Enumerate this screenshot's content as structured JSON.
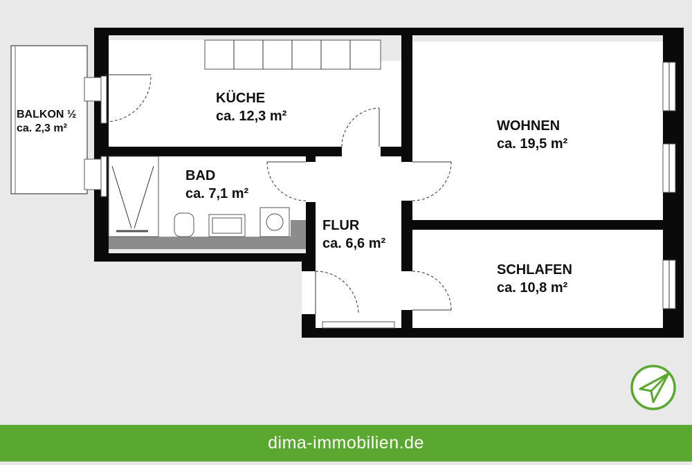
{
  "rooms": {
    "kueche": {
      "name": "KÜCHE",
      "area": "ca. 12,3 m²"
    },
    "wohnen": {
      "name": "WOHNEN",
      "area": "ca. 19,5 m²"
    },
    "bad": {
      "name": "BAD",
      "area": "ca. 7,1 m²"
    },
    "flur": {
      "name": "FLUR",
      "area": "ca. 6,6 m²"
    },
    "schlafen": {
      "name": "SCHLAFEN",
      "area": "ca. 10,8 m²"
    },
    "balkon": {
      "name": "BALKON ½",
      "area": "ca. 2,3 m²"
    }
  },
  "footer": {
    "website": "dima-immobilien.de"
  },
  "colors": {
    "background": "#e9e9e9",
    "wall": "#0a0a0a",
    "floor": "#ffffff",
    "brand_green": "#5aa830"
  },
  "icons": {
    "logo": "paper-plane-logo-icon"
  }
}
